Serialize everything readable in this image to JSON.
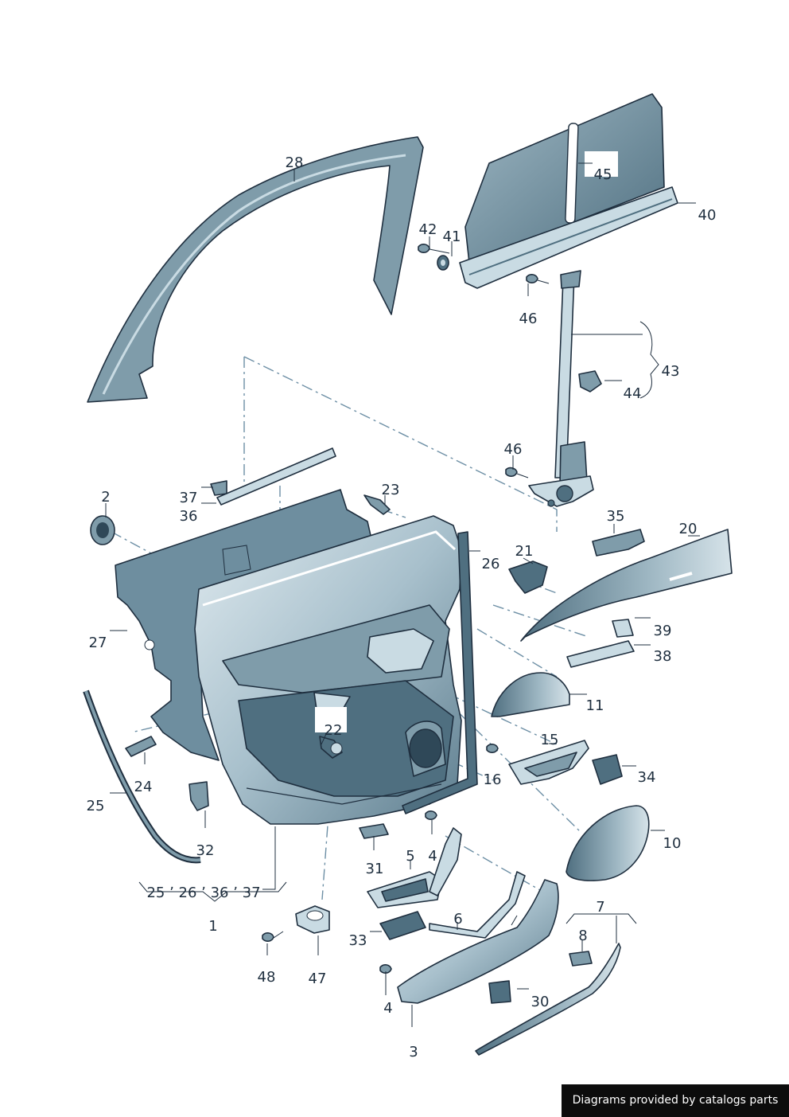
{
  "callouts": {
    "c1": "1",
    "c2": "2",
    "c3": "3",
    "c4a": "4",
    "c4b": "4",
    "c5": "5",
    "c6": "6",
    "c7": "7",
    "c8": "8",
    "c10": "10",
    "c11": "11",
    "c15": "15",
    "c16": "16",
    "c20": "20",
    "c21": "21",
    "c22": "22",
    "c23": "23",
    "c24": "24",
    "c25": "25",
    "c26": "26",
    "c27": "27",
    "c28": "28",
    "c30": "30",
    "c31": "31",
    "c32": "32",
    "c33": "33",
    "c34": "34",
    "c35": "35",
    "c36a": "36",
    "c37a": "37",
    "c38": "38",
    "c39": "39",
    "c40": "40",
    "c41": "41",
    "c42": "42",
    "c43": "43",
    "c44": "44",
    "c45": "45",
    "c46a": "46",
    "c46b": "46",
    "c47": "47",
    "c48": "48",
    "group1": "25 ʼ 26 ʼ 36 ʼ 37"
  },
  "footer": {
    "text": "Diagrams provided by catalogs parts"
  },
  "colors": {
    "part_light": "#c9dbe3",
    "part_mid": "#7f9caa",
    "part_dark": "#4f6f80",
    "outline": "#1f2f3f",
    "centerline": "#6d8fa5"
  }
}
